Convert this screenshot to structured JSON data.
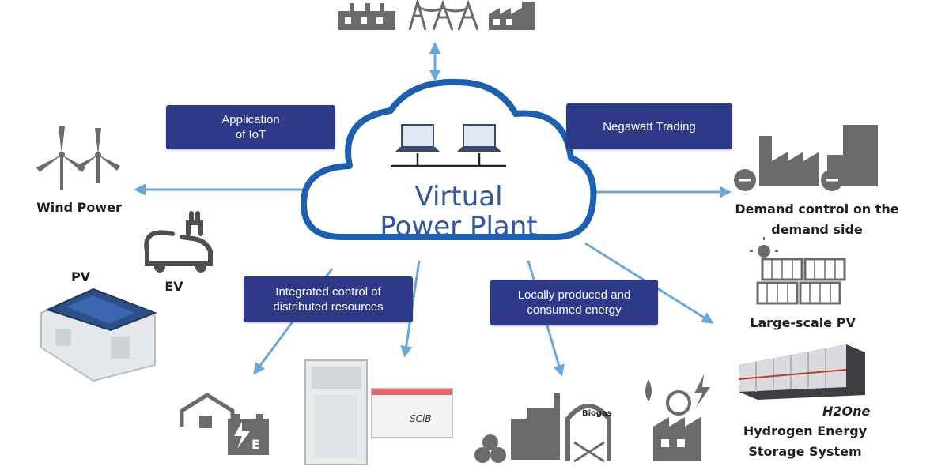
{
  "cloud": {
    "line1": "Virtual",
    "line2": "Power Plant"
  },
  "boxes": {
    "iot": "Application\nof IoT",
    "negawatt": "Negawatt Trading",
    "integrated": "Integrated control of\ndistributed resources",
    "local": "Locally produced and\nconsumed energy"
  },
  "labels": {
    "wind": "Wind Power",
    "ev": "EV",
    "pv": "PV",
    "demand": "Demand control on the\ndemand side",
    "large_pv": "Large-scale PV",
    "hydrogen": "Hydrogen Energy\nStorage System",
    "h2one": "H2One",
    "biogas": "Biogas",
    "scib": "SCiB"
  },
  "colors": {
    "arrow": "#6aa8dc",
    "box": "#2e3a87",
    "cloud": "#1d5fb0",
    "icon": "#6b6b6b"
  }
}
